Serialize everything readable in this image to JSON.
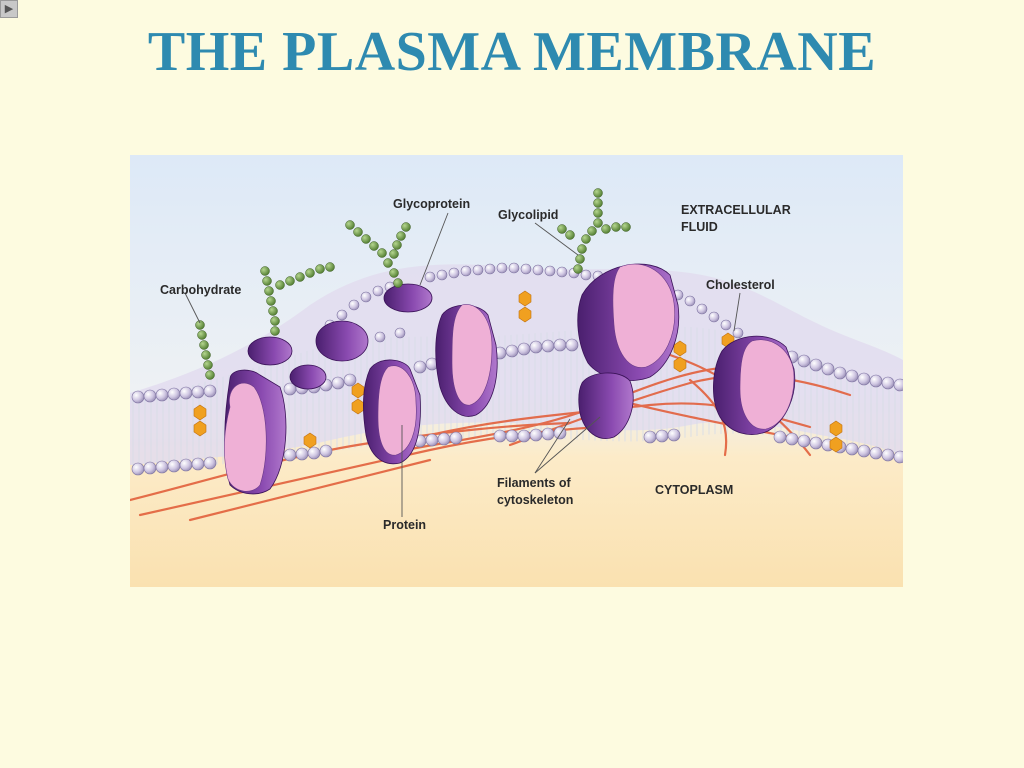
{
  "slide": {
    "title": "THE PLASMA MEMBRANE",
    "nav_icon": "play-icon"
  },
  "diagram": {
    "labels": {
      "glycoprotein": "Glycoprotein",
      "glycolipid": "Glycolipid",
      "extracellular_line1": "EXTRACELLULAR",
      "extracellular_line2": "FLUID",
      "carbohydrate": "Carbohydrate",
      "cholesterol": "Cholesterol",
      "filaments_line1": "Filaments of",
      "filaments_line2": "cytoskeleton",
      "cytoplasm": "CYTOPLASM",
      "protein": "Protein"
    },
    "colors": {
      "background": "#fdfbe0",
      "title": "#2e8ab0",
      "extracellular_fluid": "#dde9f7",
      "cytoplasm": "#fae1b0",
      "phospholipid_head": "#c8c0dc",
      "protein_body": "#7a3d98",
      "protein_face": "#efb0d6",
      "carbohydrate_chain": "#5f8a3c",
      "cholesterol": "#f0a020",
      "filament": "#e2603c"
    }
  }
}
